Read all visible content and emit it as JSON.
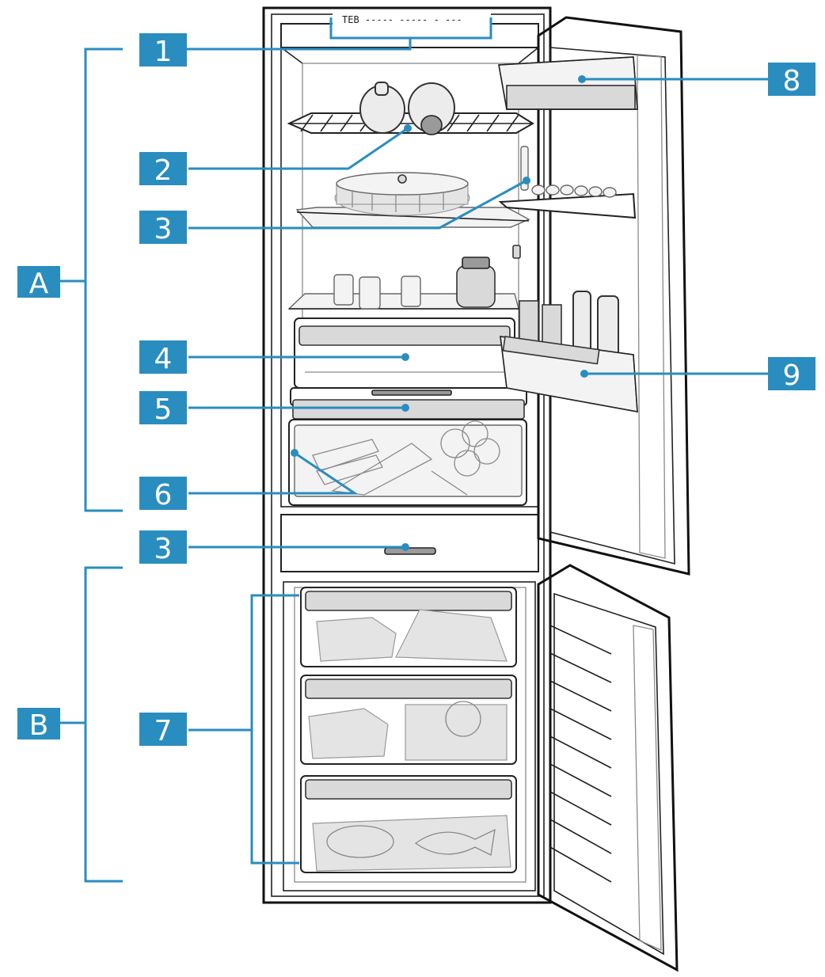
{
  "colors": {
    "accent": "#2a8dbf",
    "line": "#111111"
  },
  "control_panel_text": "TEB ----- ----- - ---",
  "callouts": [
    {
      "id": "1",
      "label": "1"
    },
    {
      "id": "2",
      "label": "2"
    },
    {
      "id": "3a",
      "label": "3"
    },
    {
      "id": "4",
      "label": "4"
    },
    {
      "id": "5",
      "label": "5"
    },
    {
      "id": "6",
      "label": "6"
    },
    {
      "id": "3b",
      "label": "3"
    },
    {
      "id": "7",
      "label": "7"
    },
    {
      "id": "8",
      "label": "8"
    },
    {
      "id": "9",
      "label": "9"
    }
  ],
  "zones": [
    {
      "id": "A",
      "label": "A"
    },
    {
      "id": "B",
      "label": "B"
    }
  ]
}
